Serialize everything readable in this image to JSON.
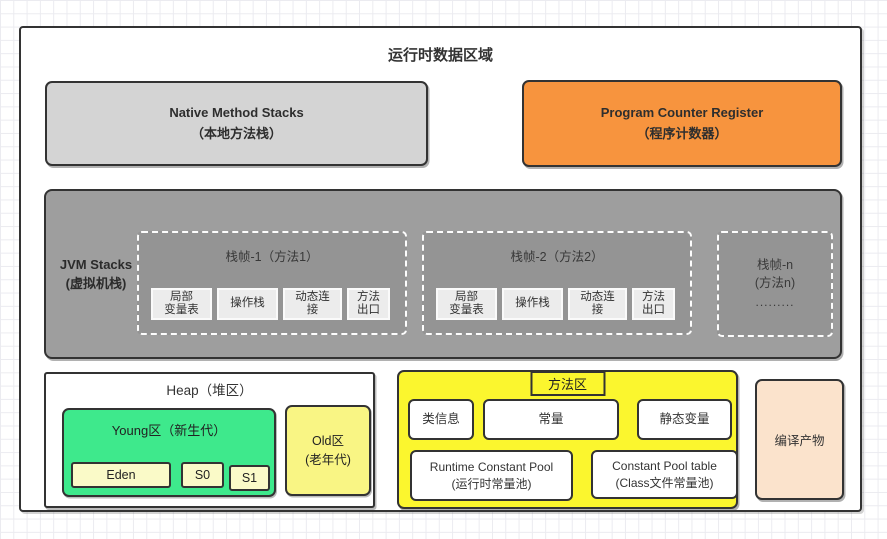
{
  "title": "运行时数据区域",
  "colors": {
    "border_dark": "#333333",
    "native_gray": "#d4d4d4",
    "pcr_orange": "#f7943e",
    "jvm_gray": "#9e9e9e",
    "frame_gray": "#949494",
    "frame_cell_gray": "#ececec",
    "young_green": "#3ee98c",
    "survivor_pale_yellow": "#fafac8",
    "old_yellow": "#f9f584",
    "method_area_yellow": "#fbf62e",
    "compile_peach": "#fbe3cc"
  },
  "native_method_stacks": {
    "title": "Native Method Stacks",
    "subtitle": "（本地方法栈）"
  },
  "program_counter_register": {
    "title": "Program Counter Register",
    "subtitle": "（程序计数器）"
  },
  "jvm_stacks": {
    "label_en": "JVM Stacks",
    "label_zh": "(虚拟机栈)",
    "frames": [
      {
        "title": "栈帧-1（方法1）",
        "cells": [
          [
            "局部",
            "变量表"
          ],
          [
            "操作栈"
          ],
          [
            "动态连",
            "接"
          ],
          [
            "方法",
            "出口"
          ]
        ]
      },
      {
        "title": "栈帧-2（方法2）",
        "cells": [
          [
            "局部",
            "变量表"
          ],
          [
            "操作栈"
          ],
          [
            "动态连",
            "接"
          ],
          [
            "方法",
            "出口"
          ]
        ]
      }
    ],
    "frame_n": {
      "line1": "栈帧-n",
      "line2": "(方法n)",
      "dots": "........."
    }
  },
  "heap": {
    "title": "Heap（堆区）",
    "young": {
      "title": "Young区（新生代）",
      "cells": [
        "Eden",
        "S0",
        "S1"
      ]
    },
    "old": {
      "line1": "Old区",
      "line2": "(老年代)"
    }
  },
  "method_area": {
    "title": "方法区",
    "cells_row1": [
      "类信息",
      "常量",
      "静态变量"
    ],
    "runtime_pool": {
      "line1": "Runtime Constant Pool",
      "line2": "(运行时常量池)"
    },
    "class_pool": {
      "line1": "Constant Pool table",
      "line2": "(Class文件常量池)"
    }
  },
  "compile_output": "编译产物"
}
